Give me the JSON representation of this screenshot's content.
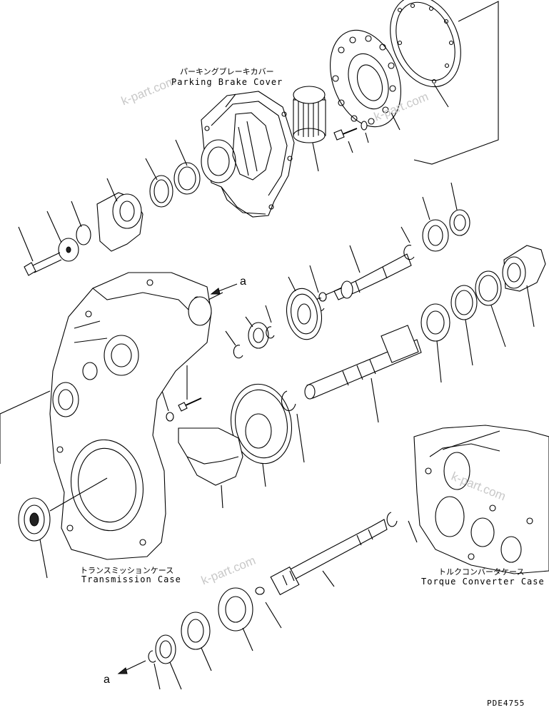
{
  "labels": {
    "parking_brake_cover_jp": "パーキングブレーキカバー",
    "parking_brake_cover_en": "Parking Brake Cover",
    "transmission_case_jp": "トランスミッションケース",
    "transmission_case_en": "Transmission Case",
    "torque_converter_case_jp": "トルクコンバータケース",
    "torque_converter_case_en": "Torque Converter Case",
    "ref_a_upper": "a",
    "ref_a_lower": "a",
    "drawing_number": "PDE4755"
  },
  "watermarks": [
    "k-part.com",
    "k-part.com",
    "k-part.com",
    "k-part.com"
  ]
}
